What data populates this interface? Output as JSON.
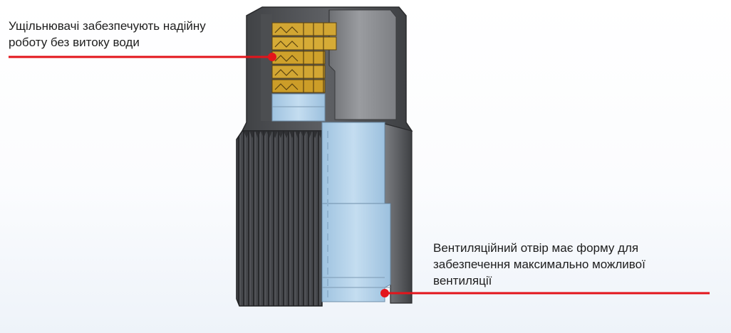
{
  "callouts": {
    "seals": {
      "line1": "Ущільнювачі забезпечують надійну",
      "line2": "роботу без витоку води"
    },
    "vent": {
      "line1": "Вентиляційний отвір має форму для",
      "line2": "забезпечення максимально можливої",
      "line3": "вентиляції"
    }
  },
  "colors": {
    "leader_line": "#e3141b",
    "marker": "#e3141b",
    "cap_body": "#5c5e61",
    "cap_top": "#4a4c4f",
    "knurl_dark": "#2f3033",
    "knurl_light": "#6a6c70",
    "seal_gold": "#cfa12b",
    "seal_line": "#5a4310",
    "inner_blue": "#a9cbe6",
    "inner_blue_light": "#cfe3f2",
    "body_grey": "#8d8f93"
  }
}
